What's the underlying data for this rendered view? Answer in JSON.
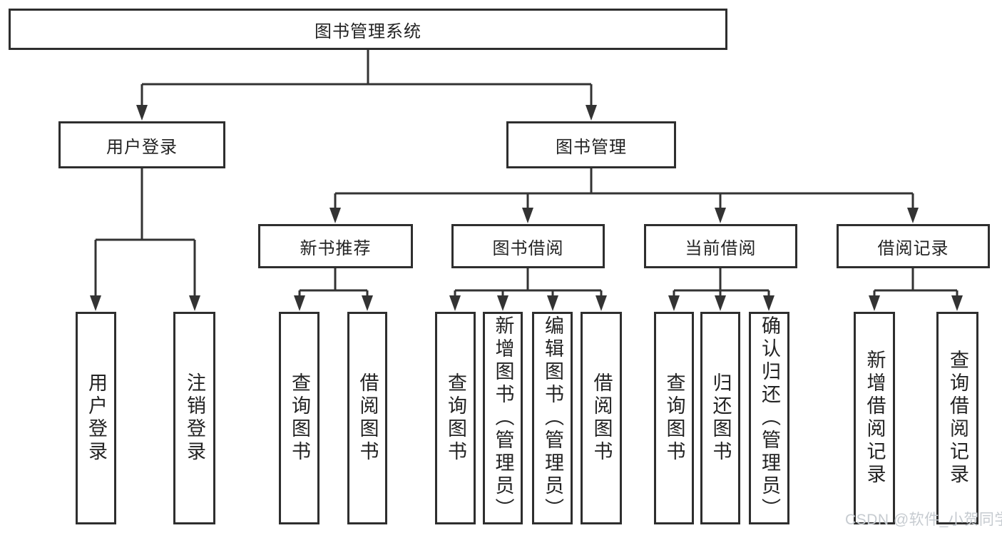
{
  "diagram": {
    "root_label": "图书管理系统",
    "level1": [
      "用户登录",
      "图书管理"
    ],
    "level2": [
      "新书推荐",
      "图书借阅",
      "当前借阅",
      "借阅记录"
    ],
    "leaves": [
      [
        "用户登录",
        "注销登录"
      ],
      [
        "查询图书",
        "借阅图书"
      ],
      [
        "查询图书",
        "新增图书（管理员）",
        "编辑图书（管理员）",
        "借阅图书"
      ],
      [
        "查询图书",
        "归还图书",
        "确认归还（管理员）"
      ],
      [
        "新增借阅记录",
        "查询借阅记录"
      ]
    ],
    "colors": {
      "line": "#333333",
      "box_border": "#2e2e2e",
      "text": "#232323",
      "background": "#ffffff",
      "watermark": "#c6cbd0"
    }
  },
  "watermark": {
    "text": "CSDN @软件_小贺同学"
  }
}
